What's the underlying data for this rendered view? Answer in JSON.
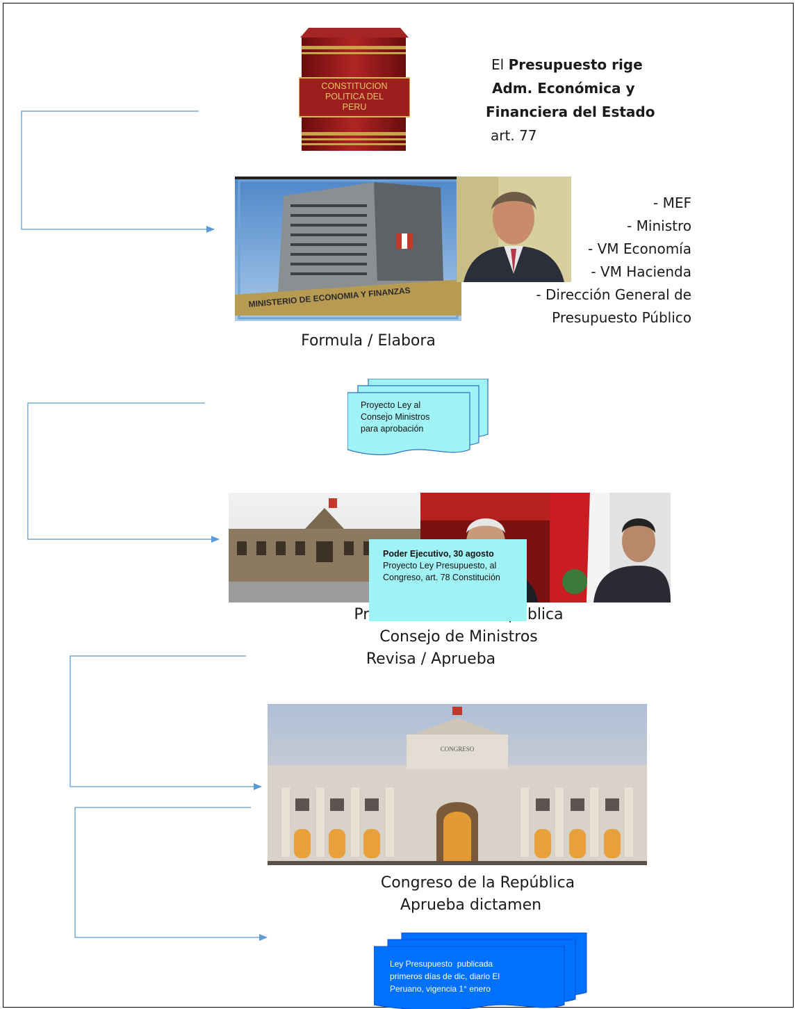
{
  "constitution": {
    "cover_lines": [
      "CONSTITUCION",
      "POLITICA DEL",
      "PERU"
    ]
  },
  "budget_rule": {
    "line1_prefix": "El ",
    "line1_bold": "Presupuesto rige",
    "line2_bold": "Adm. Económica y",
    "line3_bold": "Financiera del Estado",
    "line4": "art. 77"
  },
  "mef": {
    "building_sign": "MINISTERIO DE ECONOMIA Y FINANZAS",
    "roles": [
      "- MEF",
      "- Ministro",
      "- VM Economía",
      "- VM Hacienda",
      "- Dirección General de",
      "Presupuesto Público"
    ],
    "caption": "Formula / Elabora"
  },
  "proyecto_doc": {
    "lines": [
      "Proyecto Ley al",
      "Consejo Ministros",
      "para aprobación"
    ]
  },
  "presidency": {
    "caption_lines": [
      "Presidencia de la República",
      "Consejo de Ministros",
      "Revisa / Aprueba"
    ]
  },
  "executive_box": {
    "bold": "Poder Ejecutivo, 30 agosto",
    "text": " Proyecto Ley Presupuesto, al Congreso, art. 78 Constitución"
  },
  "congress": {
    "sign": "CONGRESO",
    "caption_lines": [
      "Congreso de la República",
      "Aprueba dictamen"
    ]
  },
  "ley_doc": {
    "lines": [
      "Ley Presupuesto  publicada",
      "primeros días de dic, diario El",
      "Peruano, vigencia 1° enero"
    ]
  },
  "colors": {
    "connector": "#5b9bd5",
    "note_fill": "#9ff3f5",
    "ley_fill": "#0070ff",
    "book_red": "#9a1b1b"
  }
}
